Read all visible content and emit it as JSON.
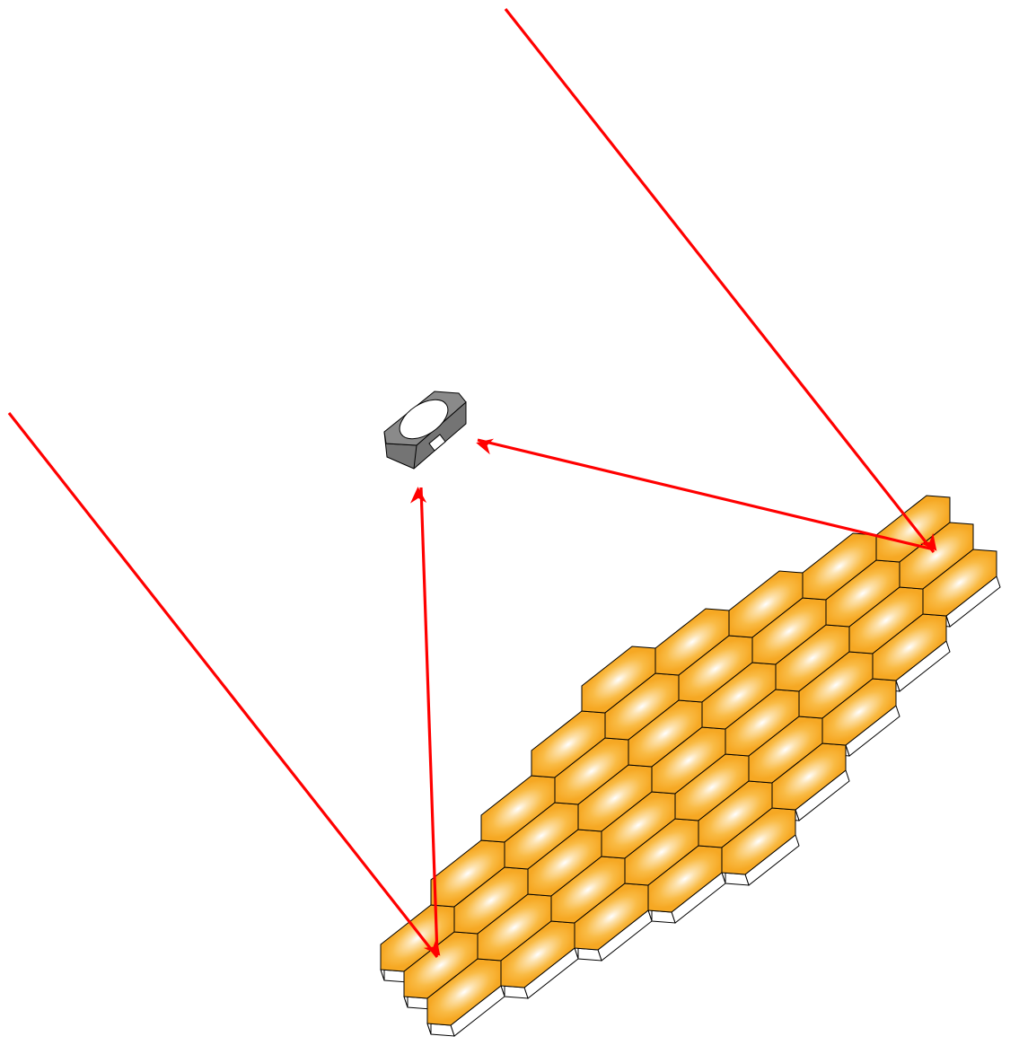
{
  "diagram": {
    "colors": {
      "background": "#ffffff",
      "light_path": "#ff0000",
      "segment_edge": "#f7ad2a",
      "segment_center": "#ffffff",
      "segment_outline": "#000000",
      "backplane": "#ffffff",
      "secondary_mirror_top": "#8a8a8a",
      "secondary_mirror_side": "#747474"
    },
    "elements": {
      "primary_mirror": "hexagonal-segmented-primary-mirror",
      "secondary_mirror": "secondary-mirror-icon",
      "rays": [
        "incoming-ray-right",
        "incoming-ray-left",
        "reflected-ray-right",
        "reflected-ray-left"
      ]
    }
  }
}
